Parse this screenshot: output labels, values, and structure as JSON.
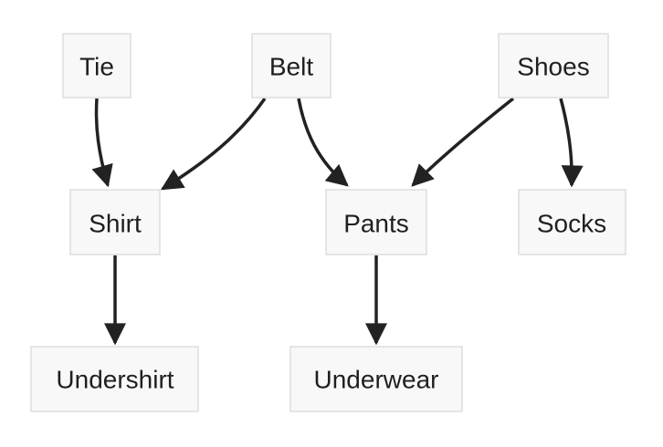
{
  "nodes": {
    "tie": "Tie",
    "belt": "Belt",
    "shoes": "Shoes",
    "shirt": "Shirt",
    "pants": "Pants",
    "socks": "Socks",
    "undershirt": "Undershirt",
    "underwear": "Underwear"
  },
  "edges": [
    {
      "from": "Tie",
      "to": "Shirt"
    },
    {
      "from": "Belt",
      "to": "Shirt"
    },
    {
      "from": "Belt",
      "to": "Pants"
    },
    {
      "from": "Shoes",
      "to": "Pants"
    },
    {
      "from": "Shoes",
      "to": "Socks"
    },
    {
      "from": "Shirt",
      "to": "Undershirt"
    },
    {
      "from": "Pants",
      "to": "Underwear"
    }
  ],
  "colors": {
    "node_fill": "#f8f8f8",
    "node_border": "#dedede",
    "edge": "#222222",
    "text": "#1f1f1f"
  }
}
